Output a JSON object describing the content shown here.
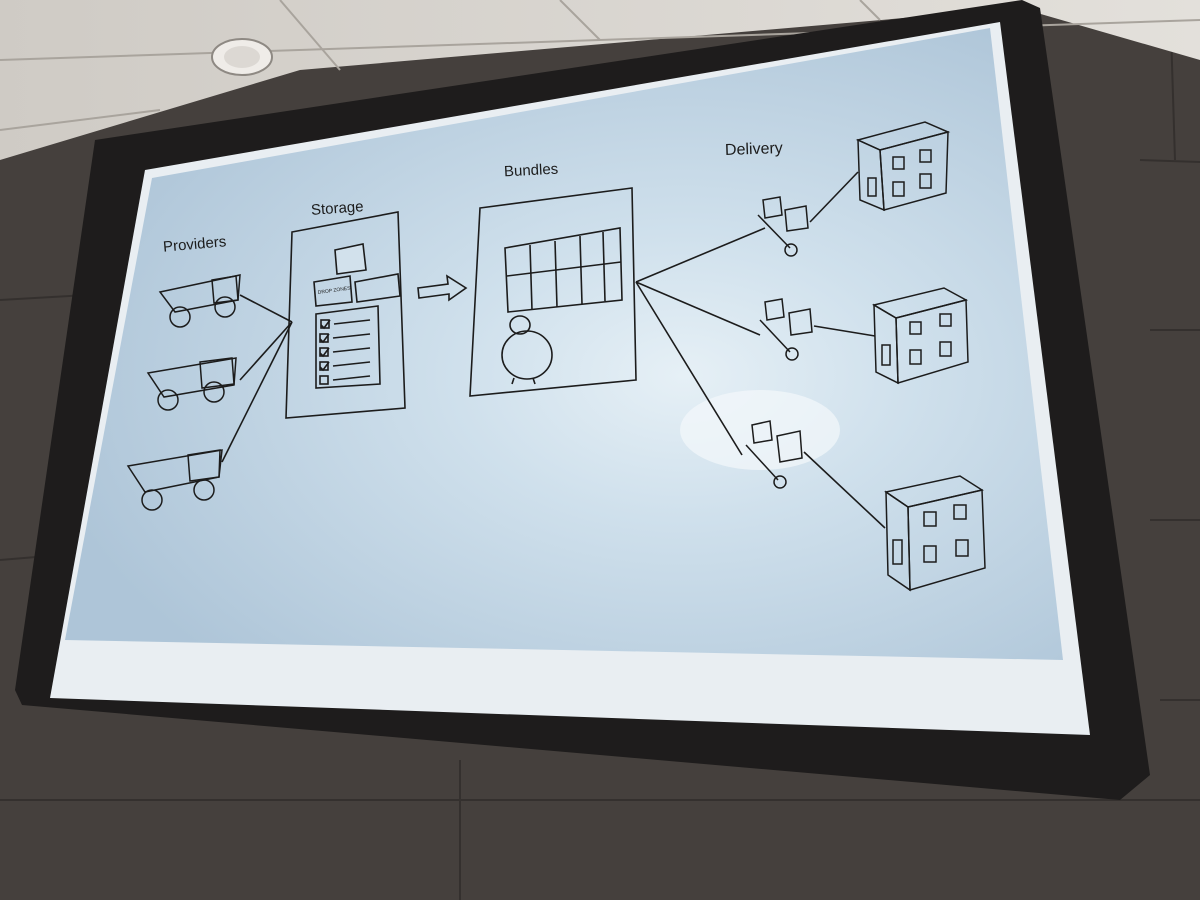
{
  "slide": {
    "labels": {
      "providers": "Providers",
      "storage": "Storage",
      "bundles": "Bundles",
      "delivery": "Delivery"
    },
    "box_label": "DROP ZONES"
  },
  "colors": {
    "wall": "#3f3a38",
    "ceiling": "#d9d6d1",
    "screen_light": "#c9dbe8",
    "screen_edge": "#a8bdd0",
    "ink": "#1c1c1c"
  }
}
